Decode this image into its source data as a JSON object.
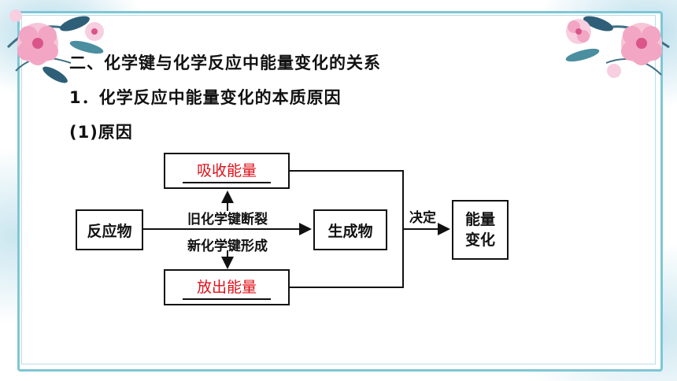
{
  "slide": {
    "heading": "二、化学键与化学反应中能量变化的关系",
    "subheading": "1．化学反应中能量变化的本质原因",
    "section_label": "(1)原因"
  },
  "diagram": {
    "reactants": "反应物",
    "products": "生成物",
    "bond_breaking": "旧化学键断裂",
    "bond_forming": "新化学键形成",
    "absorb_energy": "吸收能量",
    "release_energy": "放出能量",
    "determines": "决定",
    "energy_change_line1": "能量",
    "energy_change_line2": "变化"
  },
  "colors": {
    "frame": "#7fc6d6",
    "answer_text": "#e0101a",
    "flower_pink": "#f2a6c3",
    "leaf_teal": "#3f8a9a"
  },
  "icons": [
    "flower-decoration-left",
    "flower-decoration-right"
  ]
}
